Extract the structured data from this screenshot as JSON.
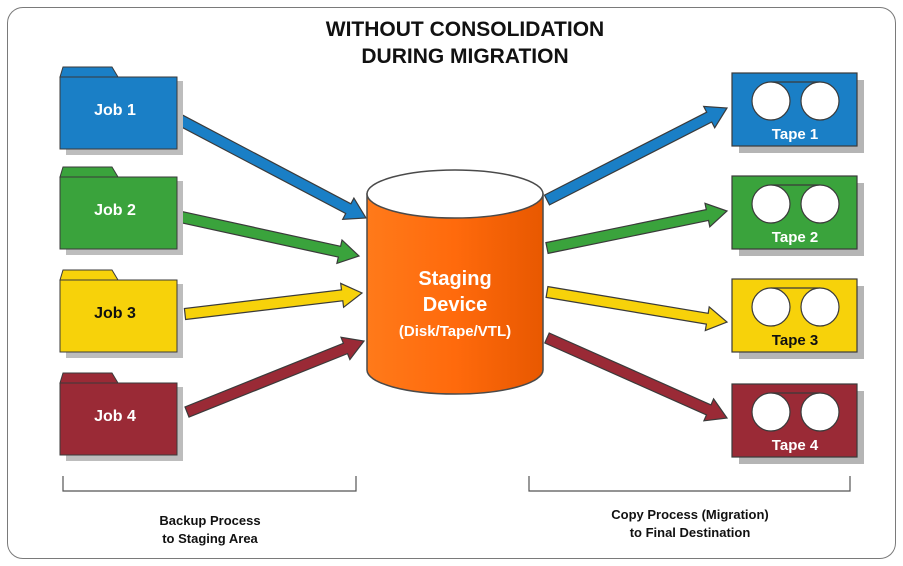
{
  "title": {
    "line1": "WITHOUT CONSOLIDATION",
    "line2": "DURING MIGRATION"
  },
  "jobs": [
    {
      "label": "Job 1",
      "color": "#1a7fc6",
      "arrow": "#1a7fc6"
    },
    {
      "label": "Job 2",
      "color": "#3aa33c",
      "arrow": "#3aa33c"
    },
    {
      "label": "Job 3",
      "color": "#f7d20a",
      "arrow": "#f7d20a",
      "text": "#111111"
    },
    {
      "label": "Job 4",
      "color": "#9a2a36",
      "arrow": "#9a2a36"
    }
  ],
  "staging": {
    "line1": "Staging",
    "line2": "Device",
    "line3": "(Disk/Tape/VTL)",
    "color": "#ff6a0c"
  },
  "tapes": [
    {
      "label": "Tape 1",
      "color": "#1a7fc6"
    },
    {
      "label": "Tape 2",
      "color": "#3aa33c"
    },
    {
      "label": "Tape 3",
      "color": "#f7d20a",
      "text": "#111111"
    },
    {
      "label": "Tape 4",
      "color": "#9a2a36"
    }
  ],
  "captions": {
    "backup_line1": "Backup Process",
    "backup_line2": "to Staging Area",
    "copy_line1": "Copy Process (Migration)",
    "copy_line2": "to Final Destination"
  }
}
